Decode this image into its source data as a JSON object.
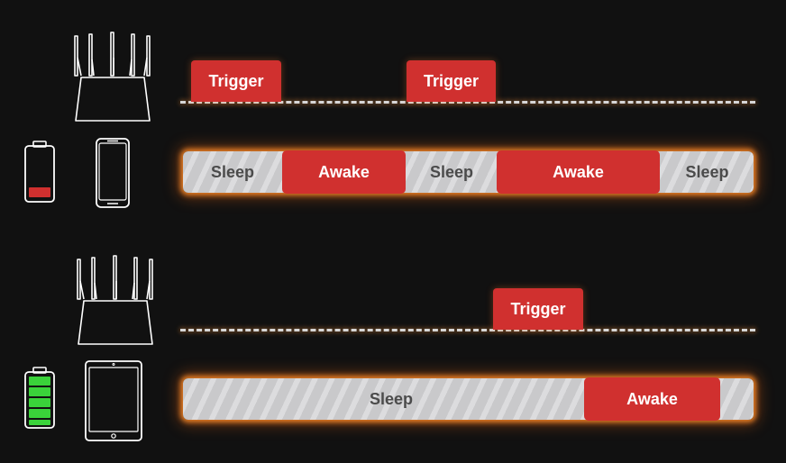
{
  "colors": {
    "background": "#111111",
    "trigger": "#d0302f",
    "awake": "#d0302f",
    "glow": "#ff8a2a",
    "battery_low": "#d0302f",
    "battery_full": "#3ad23a"
  },
  "icons": {
    "router": "router-icon",
    "battery_low": "battery-low-icon",
    "battery_full": "battery-full-icon",
    "phone": "smartphone-icon",
    "tablet": "tablet-icon"
  },
  "top_scenario": {
    "triggers": [
      "Trigger",
      "Trigger"
    ],
    "segments": [
      "Sleep",
      "Awake",
      "Sleep",
      "Awake",
      "Sleep"
    ]
  },
  "bottom_scenario": {
    "triggers": [
      "Trigger"
    ],
    "segments": [
      "Sleep",
      "Awake"
    ]
  }
}
